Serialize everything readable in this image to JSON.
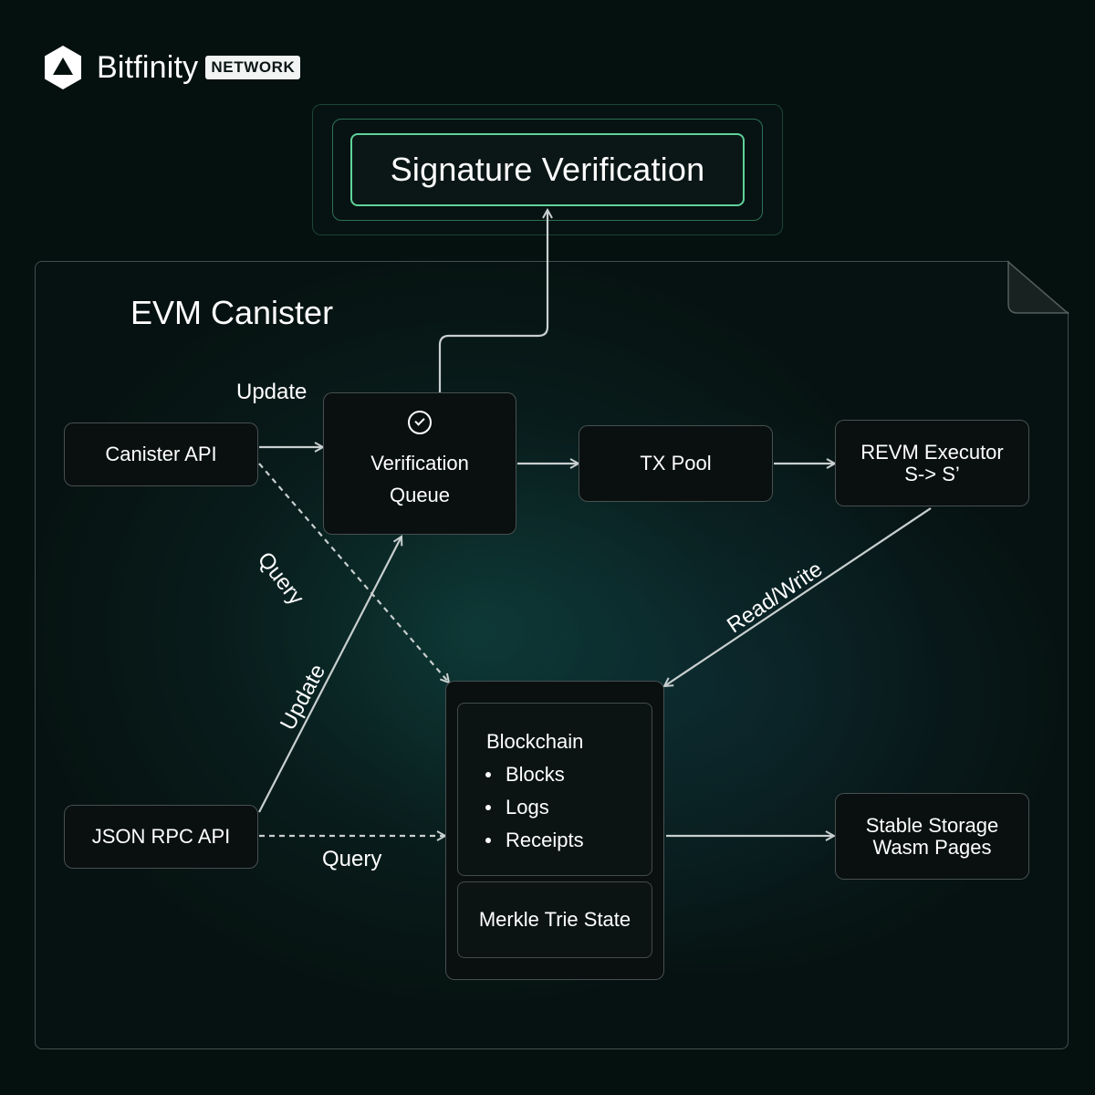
{
  "logo": {
    "name": "Bitfinity",
    "badge": "NETWORK",
    "icon": "hexagon-triangle-icon"
  },
  "signature": {
    "label": "Signature Verification"
  },
  "canister": {
    "title": "EVM Canister"
  },
  "nodes": {
    "canister_api": "Canister API",
    "verification_queue": [
      "Verification",
      "Queue"
    ],
    "tx_pool": "TX Pool",
    "revm": [
      "REVM Executor",
      "S-> S’"
    ],
    "json_rpc": "JSON RPC API",
    "stable_storage": [
      "Stable Storage",
      "Wasm Pages"
    ]
  },
  "storage": {
    "blockchain_title": "Blockchain",
    "items": [
      "Blocks",
      "Logs",
      "Receipts"
    ],
    "merkle": "Merkle Trie State"
  },
  "labels": {
    "update_top": "Update",
    "query_diag": "Query",
    "update_diag": "Update",
    "read_write": "Read/Write",
    "query_bottom": "Query"
  },
  "colors": {
    "accent": "#5fd29b",
    "line": "#c9cfcf"
  }
}
